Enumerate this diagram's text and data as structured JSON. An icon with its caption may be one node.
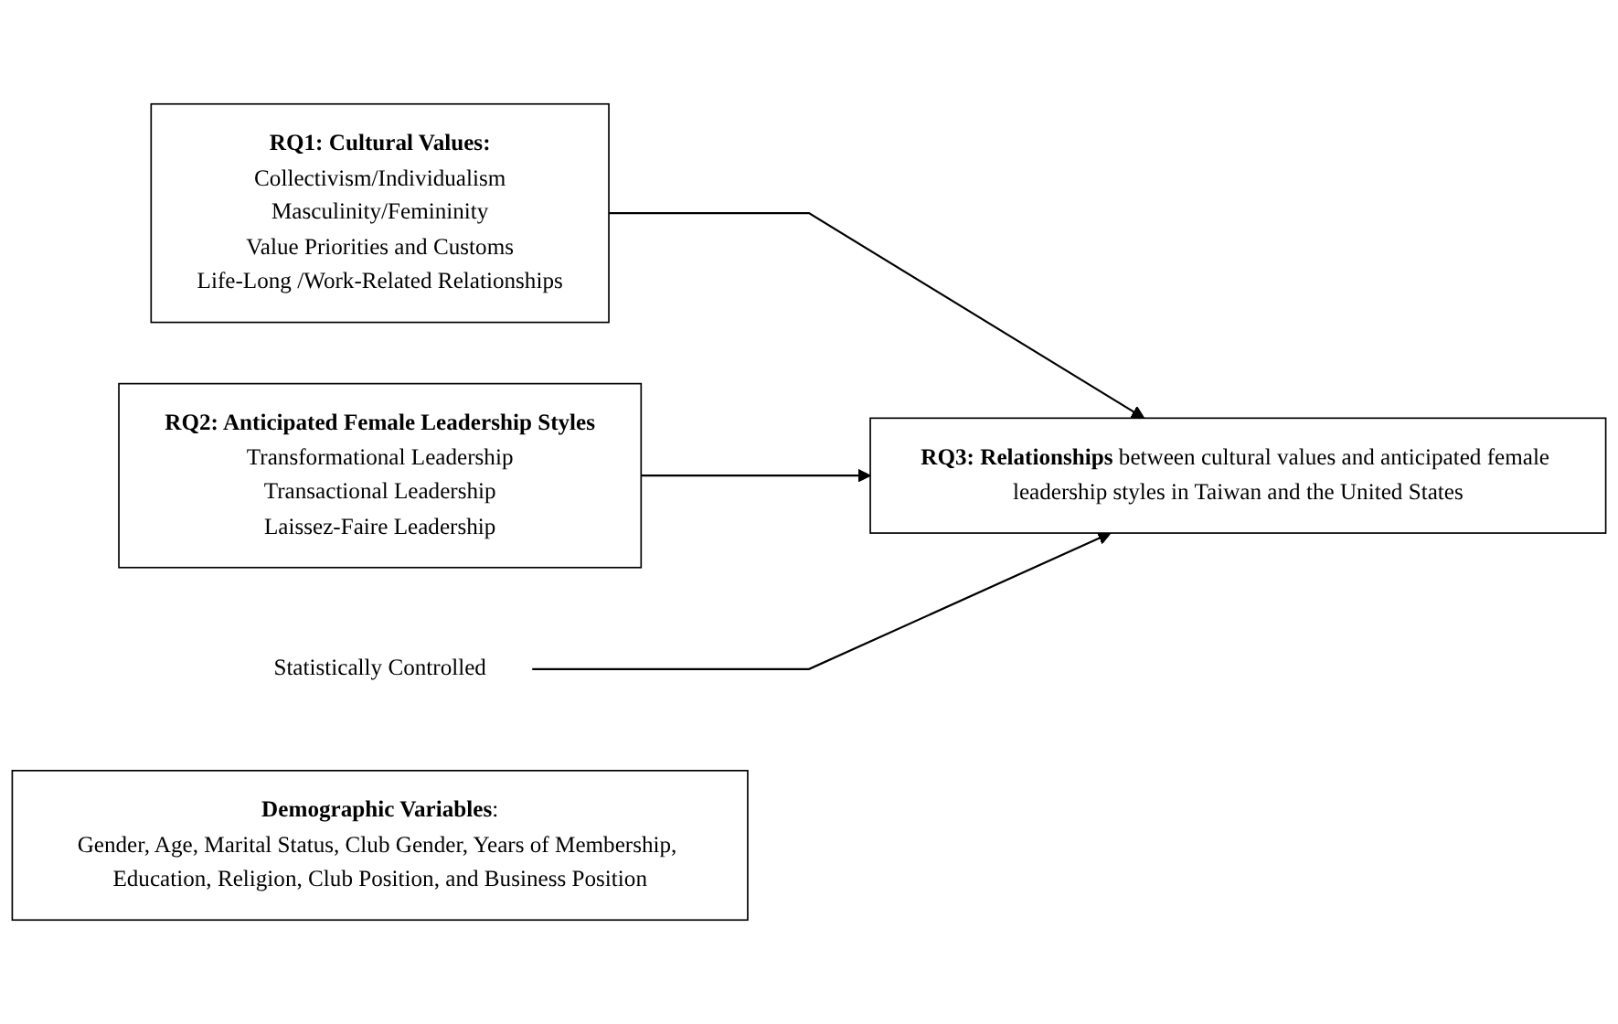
{
  "diagram": {
    "nodes": [
      {
        "text": [
          "RQ1: Cultural Values:",
          "Collectivism/Individualism",
          "Masculinity/Femininity",
          "Value Priorities and Customs",
          "Life-Long /Work-Related Relationships"
        ]
      },
      {
        "text": [
          "**RQ3: Relationships** between cultural values and anticipated female leadership styles in Taiwan and the United States"
        ]
      },
      {
        "text": [
          "RQ2: Anticipated Female Leadership Styles",
          "Transformational Leadership",
          "Transactional Leadership",
          "Laissez-Faire Leadership"
        ]
      },
      {
        "text": [
          "Statistically Controlled"
        ]
      },
      {
        "text": [
          "**Demographic Variables**:",
          "Gender, Age, Marital Status, Club Gender, Years of Membership, Education, Religion, Club Position, and Business Position"
        ]
      }
    ],
    "edges": [
      {
        "from": 0,
        "to": 1,
        "arrow": "to"
      },
      {
        "from": 2,
        "to": 1,
        "arrow": "to"
      },
      {
        "from": 3,
        "to": 1,
        "arrow": "to"
      }
    ]
  }
}
